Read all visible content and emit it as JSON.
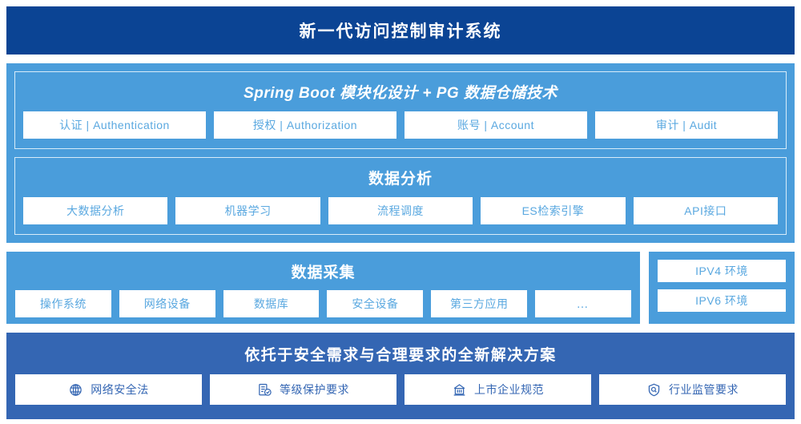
{
  "header": {
    "title": "新一代访问控制审计系统"
  },
  "platform": {
    "groups": [
      {
        "title": "Spring Boot 模块化设计 + PG 数据仓储技术",
        "italic": true,
        "items": [
          {
            "label": "认证 | Authentication"
          },
          {
            "label": "授权 | Authorization"
          },
          {
            "label": "账号 | Account"
          },
          {
            "label": "审计 | Audit"
          }
        ]
      },
      {
        "title": "数据分析",
        "italic": false,
        "items": [
          {
            "label": "大数据分析"
          },
          {
            "label": "机器学习"
          },
          {
            "label": "流程调度"
          },
          {
            "label": "ES检索引擎"
          },
          {
            "label": "API接口"
          }
        ]
      }
    ]
  },
  "collection": {
    "title": "数据采集",
    "items": [
      {
        "label": "操作系统"
      },
      {
        "label": "网络设备"
      },
      {
        "label": "数据库"
      },
      {
        "label": "安全设备"
      },
      {
        "label": "第三方应用"
      },
      {
        "label": "…"
      }
    ]
  },
  "environments": {
    "items": [
      {
        "label": "IPV4 环境"
      },
      {
        "label": "IPV6 环境"
      }
    ]
  },
  "compliance": {
    "title": "依托于安全需求与合理要求的全新解决方案",
    "items": [
      {
        "label": "网络安全法",
        "icon": "globe-network-icon"
      },
      {
        "label": "等级保护要求",
        "icon": "document-check-icon"
      },
      {
        "label": "上市企业规范",
        "icon": "bank-building-icon"
      },
      {
        "label": "行业监管要求",
        "icon": "shield-search-icon"
      }
    ]
  },
  "colors": {
    "header_navy": "#0b4494",
    "panel_light_blue": "#4a9ddb",
    "panel_dark_blue": "#3466b3",
    "chip_text_blue": "#5aa8e0",
    "chip_bg": "#ffffff"
  }
}
